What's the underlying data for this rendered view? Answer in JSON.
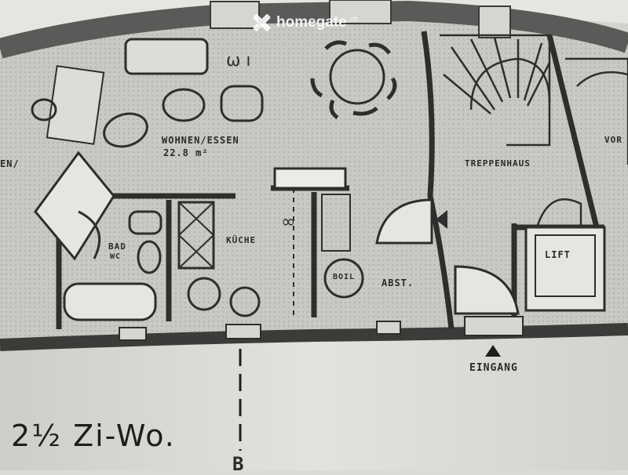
{
  "watermark": {
    "brand": "homegate",
    "tld": ".ch"
  },
  "rooms": {
    "wohnen_essen": "WOHNEN/ESSEN",
    "area": "22.8 m²",
    "kueche": "KÜCHE",
    "bad": "BAD",
    "wc": "WC",
    "boil": "BOIL",
    "abst": "ABST.",
    "treppenhaus": "TREPPENHAUS",
    "lift": "LIFT",
    "fragment_left": "EN/",
    "fragment_right": "VOR"
  },
  "entrance": {
    "label": "EINGANG"
  },
  "section_marker": "B",
  "apartment_type": "2½ Zi-Wo."
}
